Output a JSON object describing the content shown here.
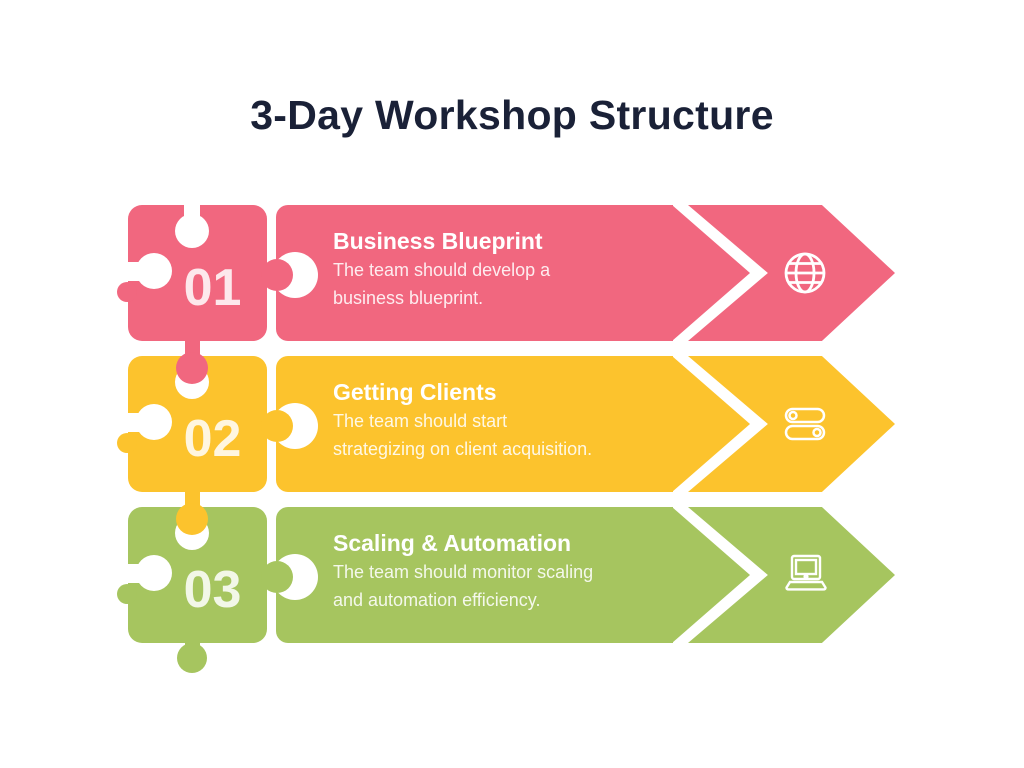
{
  "title": "3-Day Workshop Structure",
  "colors": {
    "background": "#FFFFFF",
    "title_text": "#1A2137",
    "pink": "#F1677F",
    "yellow": "#FCC32D",
    "green": "#A6C55F",
    "bar_text": "#FFFFFF"
  },
  "rows": [
    {
      "number": "01",
      "heading": "Business Blueprint",
      "description_lines": [
        "The team should develop a",
        "business blueprint."
      ],
      "icon": "globe-icon",
      "color": "#F1677F"
    },
    {
      "number": "02",
      "heading": "Getting Clients",
      "description_lines": [
        "The team should start",
        "strategizing on client acquisition."
      ],
      "icon": "toggles-icon",
      "color": "#FCC32D"
    },
    {
      "number": "03",
      "heading": "Scaling & Automation",
      "description_lines": [
        "The team should monitor scaling",
        "and automation efficiency."
      ],
      "icon": "laptop-icon",
      "color": "#A6C55F"
    }
  ]
}
